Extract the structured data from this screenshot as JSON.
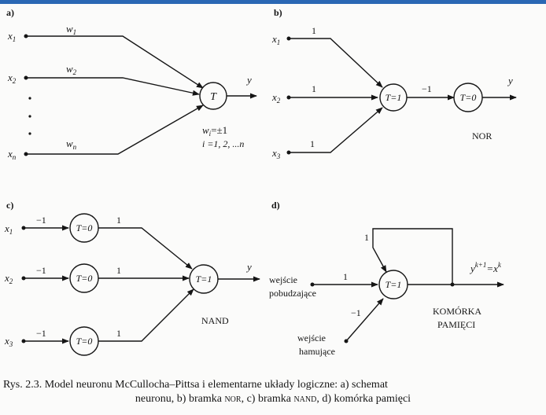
{
  "panels": {
    "a": {
      "label": "a)",
      "inputs": [
        {
          "name": "x",
          "sub": "1"
        },
        {
          "name": "x",
          "sub": "2"
        },
        {
          "name": "x",
          "sub": "n"
        }
      ],
      "weights": [
        {
          "name": "w",
          "sub": "1"
        },
        {
          "name": "w",
          "sub": "2"
        },
        {
          "name": "w",
          "sub": "n"
        }
      ],
      "node": "T",
      "output": "y",
      "note_line1": "=±1",
      "note_line2": "i =1, 2, ...n"
    },
    "b": {
      "label": "b)",
      "inputs": [
        {
          "name": "x",
          "sub": "1"
        },
        {
          "name": "x",
          "sub": "2"
        },
        {
          "name": "x",
          "sub": "3"
        }
      ],
      "weights": [
        "1",
        "1",
        "1"
      ],
      "node1": "T=1",
      "link_weight": "−1",
      "node2": "T=0",
      "output": "y",
      "gate": "NOR"
    },
    "c": {
      "label": "c)",
      "inputs": [
        {
          "name": "x",
          "sub": "1"
        },
        {
          "name": "x",
          "sub": "2"
        },
        {
          "name": "x",
          "sub": "3"
        }
      ],
      "in_weights": [
        "−1",
        "−1",
        "−1"
      ],
      "nodes": [
        "T=0",
        "T=0",
        "T=0"
      ],
      "out_weights": [
        "1",
        "1",
        "1"
      ],
      "node_out": "T=1",
      "output": "y",
      "gate": "NAND"
    },
    "d": {
      "label": "d)",
      "input_exc_1": "wejście",
      "input_exc_2": "pobudzające",
      "input_inh_1": "wejście",
      "input_inh_2": "hamujące",
      "w_exc": "1",
      "w_inh": "−1",
      "w_loop": "1",
      "node": "T=1",
      "output_y": "y",
      "output_sup": "k+1",
      "output_eq": "=x",
      "output_x_sup": "k",
      "cell_1": "KOMÓRKA",
      "cell_2": "PAMIĘCI"
    }
  },
  "caption": {
    "line1_prefix": "Rys. 2.3. Model neuronu McCullocha–Pittsa i elementarne układy logiczne: a) schemat",
    "line2_a": "neuronu, b) bramka ",
    "line2_nor": "nor",
    "line2_b": ", c) bramka ",
    "line2_nand": "nand",
    "line2_c": ", d) komórka pamięci"
  },
  "colors": {
    "ink": "#151515",
    "paper": "#fbfbfa",
    "top_border": "#2a67b4"
  }
}
